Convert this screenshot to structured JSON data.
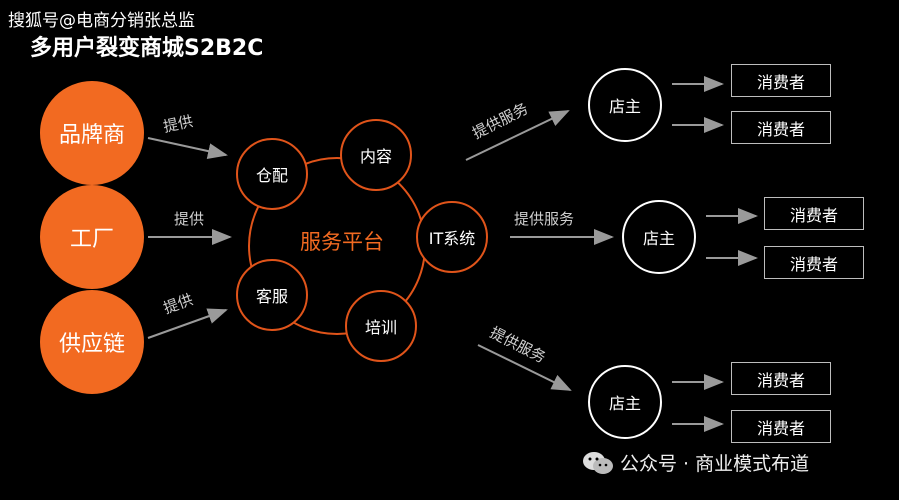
{
  "header": {
    "watermark": "搜狐号@电商分销张总监",
    "title": "多用户裂变商城S2B2C"
  },
  "sources": [
    "品牌商",
    "工厂",
    "供应链"
  ],
  "provide_label": "提供",
  "platform": {
    "label": "服务平台",
    "nodes": [
      "仓配",
      "内容",
      "IT系统",
      "客服",
      "培训"
    ]
  },
  "service_label": "提供服务",
  "shops": [
    {
      "label": "店主",
      "consumers": [
        "消费者",
        "消费者"
      ]
    },
    {
      "label": "店主",
      "consumers": [
        "消费者",
        "消费者"
      ]
    },
    {
      "label": "店主",
      "consumers": [
        "消费者",
        "消费者"
      ]
    }
  ],
  "footer": {
    "text": "公众号 · 商业模式布道",
    "icon": "wechat-icon"
  },
  "colors": {
    "accent": "#f26a21",
    "background": "#000000",
    "arrow": "#9a9a9a"
  }
}
